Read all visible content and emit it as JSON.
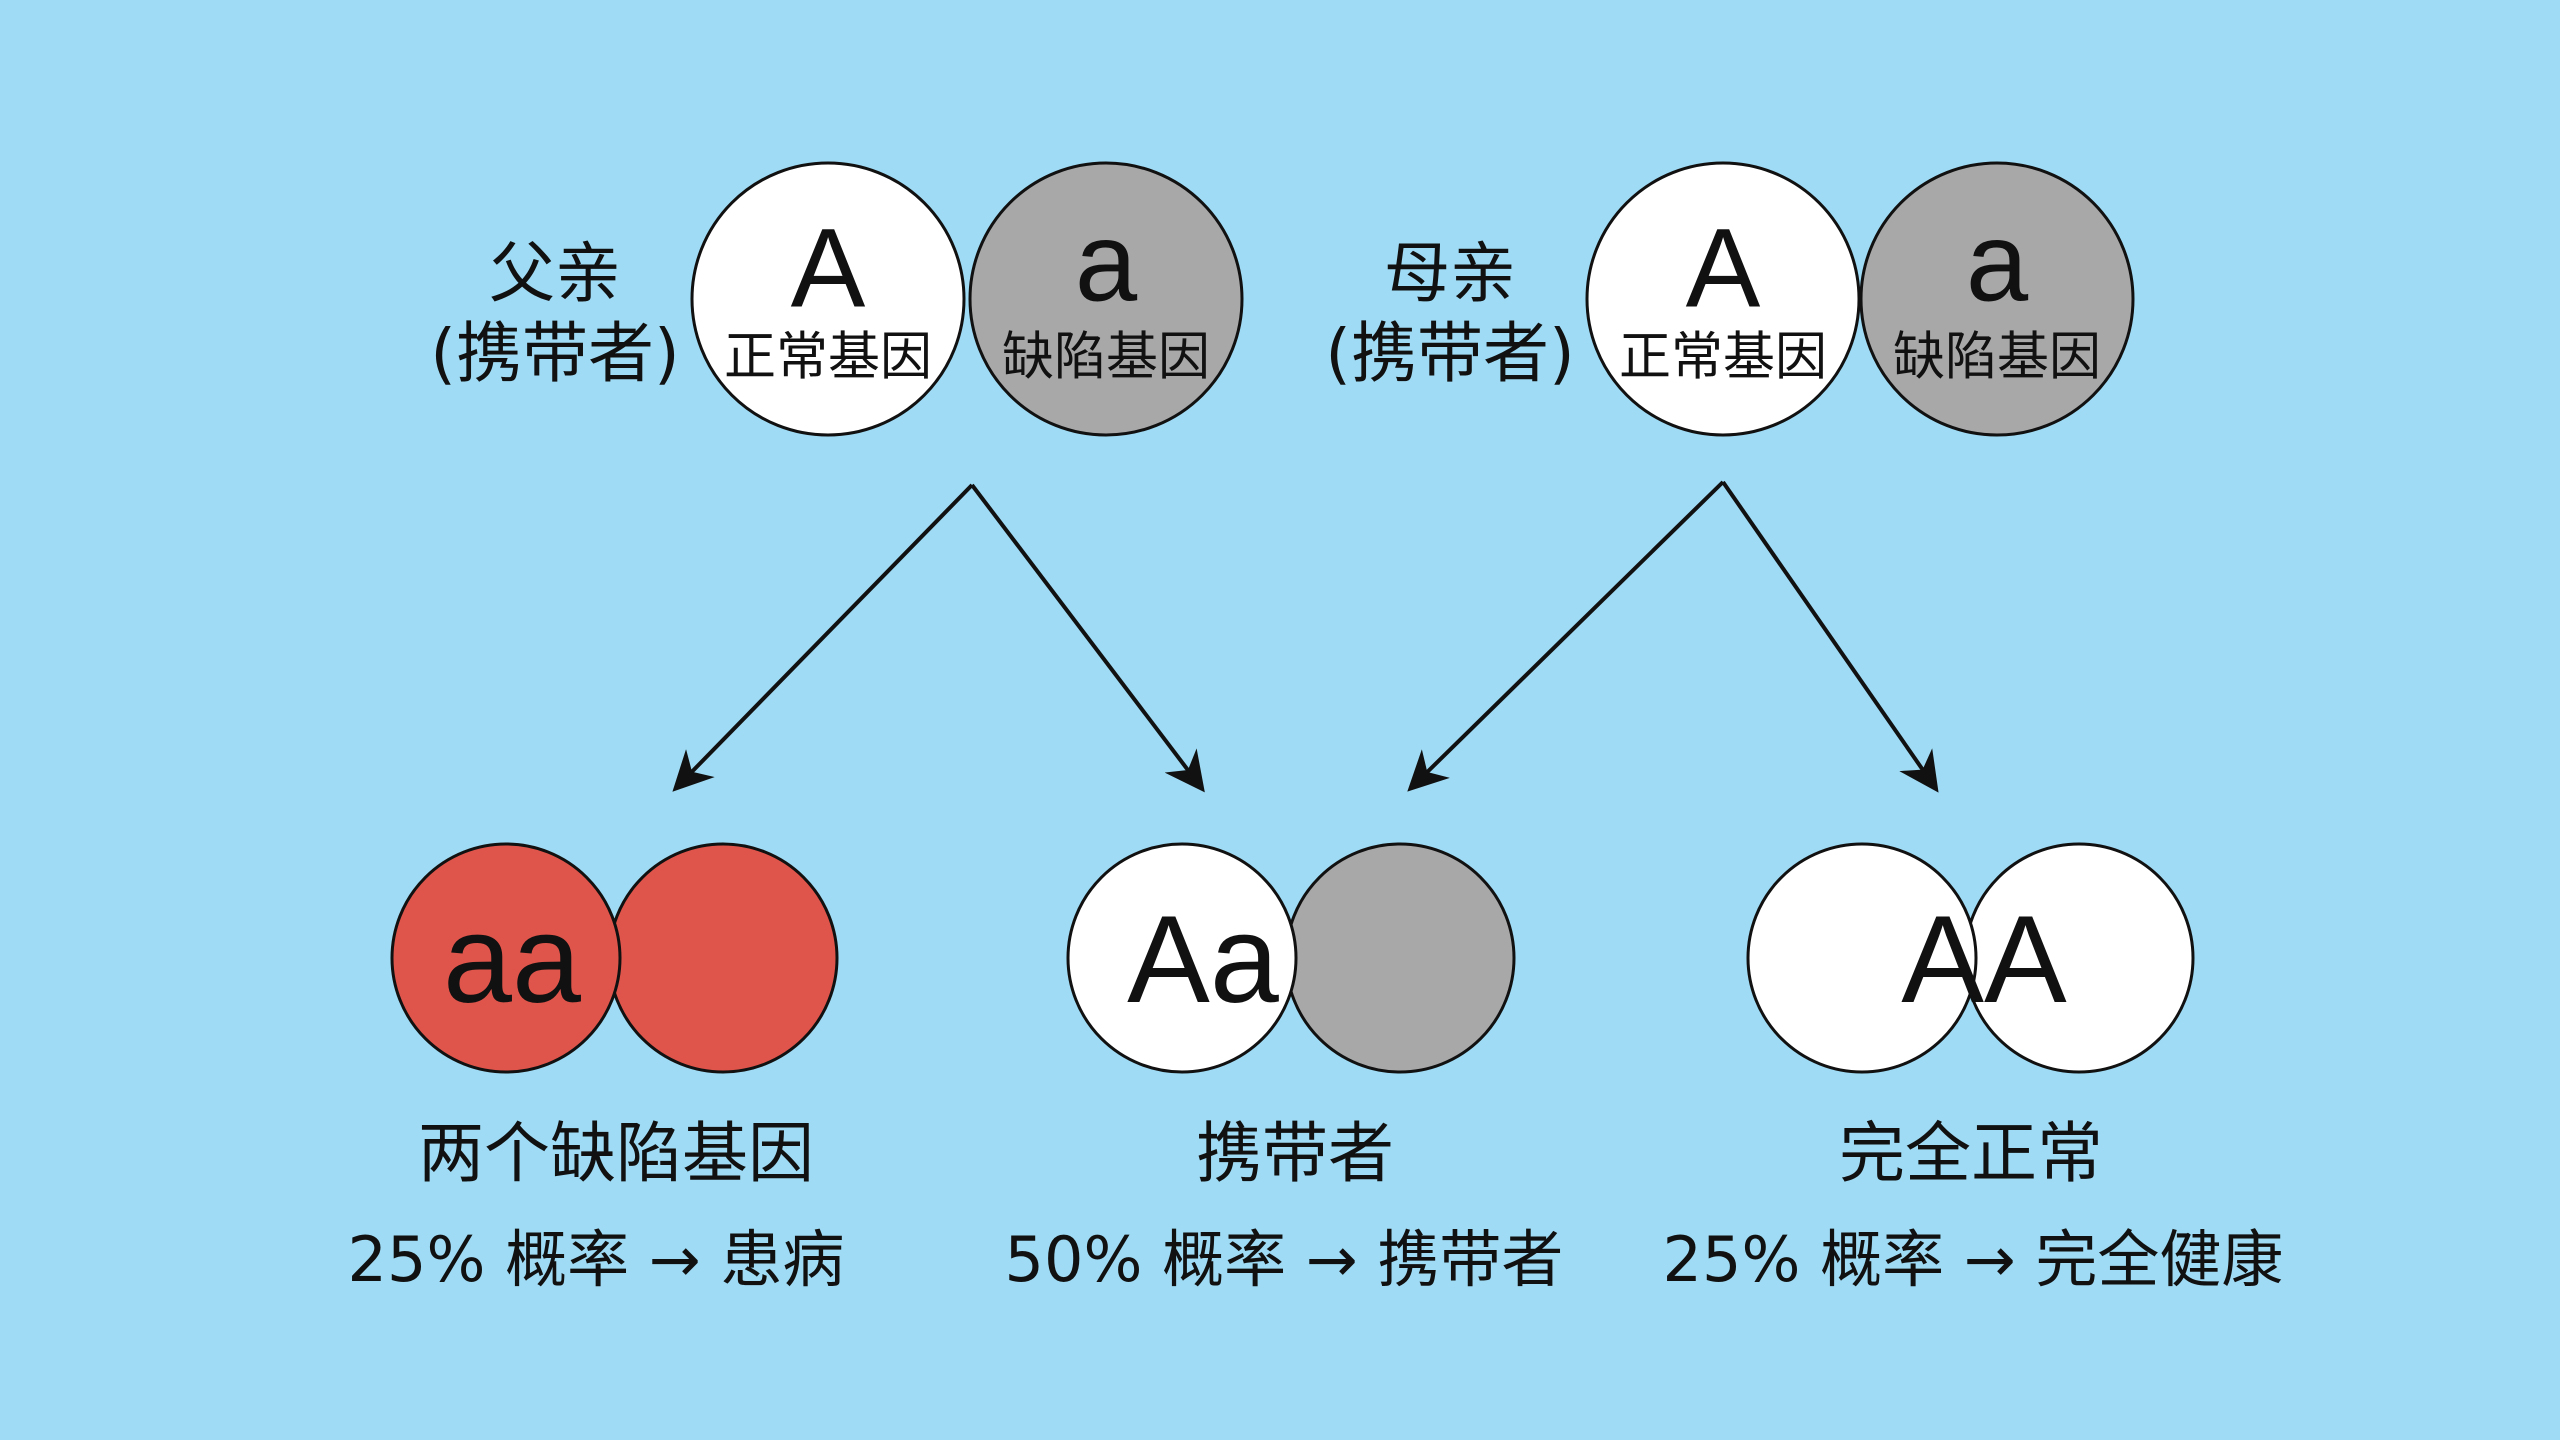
{
  "father": {
    "label": "父亲",
    "role": "(携带者)",
    "allele1": {
      "letter": "A",
      "desc": "正常基因"
    },
    "allele2": {
      "letter": "a",
      "desc": "缺陷基因"
    }
  },
  "mother": {
    "label": "母亲",
    "role": "(携带者)",
    "allele1": {
      "letter": "A",
      "desc": "正常基因"
    },
    "allele2": {
      "letter": "a",
      "desc": "缺陷基因"
    }
  },
  "outcomes": [
    {
      "genotype": "aa",
      "title": "两个缺陷基因",
      "probability": "25% 概率 → 患病"
    },
    {
      "genotype": "Aa",
      "title": "携带者",
      "probability": "50% 概率 → 携带者"
    },
    {
      "genotype": "AA",
      "title": "完全正常",
      "probability": "25% 概率 → 完全健康"
    }
  ],
  "colors": {
    "background": "#9fdbf4",
    "normal": "#ffffff",
    "defect": "#a8a8a8",
    "affected": "#e0554b"
  }
}
